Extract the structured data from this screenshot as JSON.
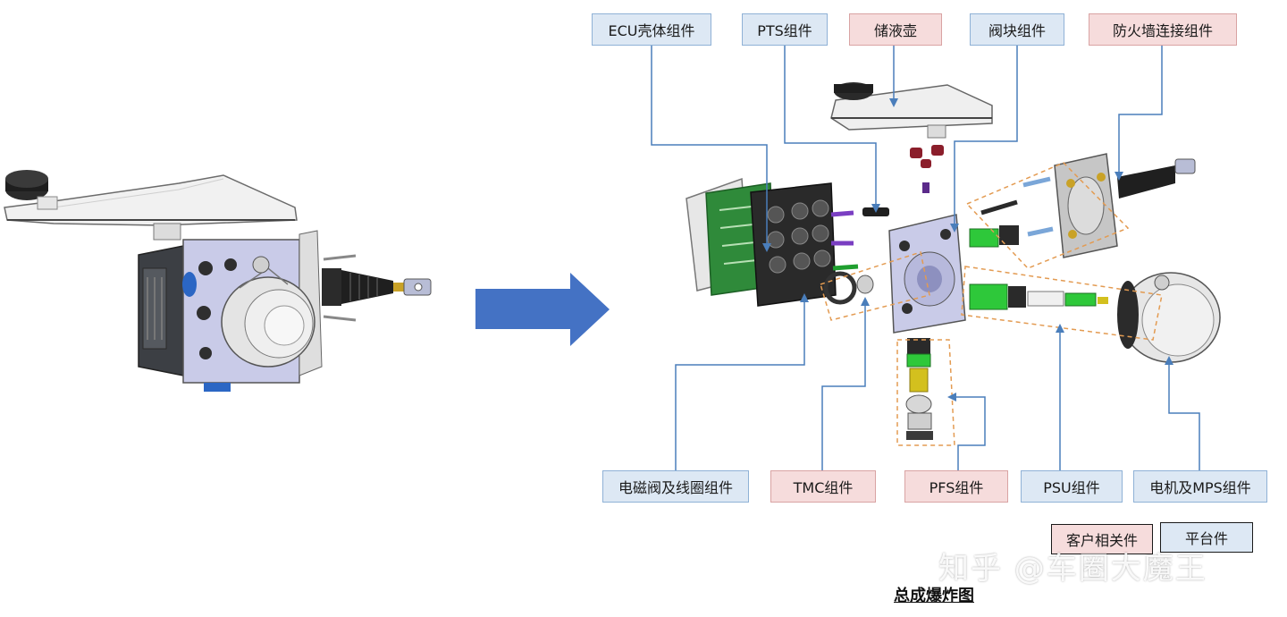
{
  "labels": {
    "ecu_housing": "ECU壳体组件",
    "pts": "PTS组件",
    "reservoir": "储液壶",
    "valve_block": "阀块组件",
    "firewall": "防火墙连接组件",
    "solenoid": "电磁阀及线圈组件",
    "tmc": "TMC组件",
    "pfs": "PFS组件",
    "psu": "PSU组件",
    "motor_mps": "电机及MPS组件"
  },
  "legend": {
    "customer": "客户相关件",
    "platform": "平台件"
  },
  "caption": "总成爆炸图",
  "watermark": "知乎 @车圈大魔王",
  "colors": {
    "blue_label_bg": "#dde8f4",
    "pink_label_bg": "#f6dcdc",
    "leader_line": "#4a7ebb",
    "arrow": "#4472c4",
    "valve_block": "#c9cbe8",
    "pcb": "#2f8a3a"
  }
}
